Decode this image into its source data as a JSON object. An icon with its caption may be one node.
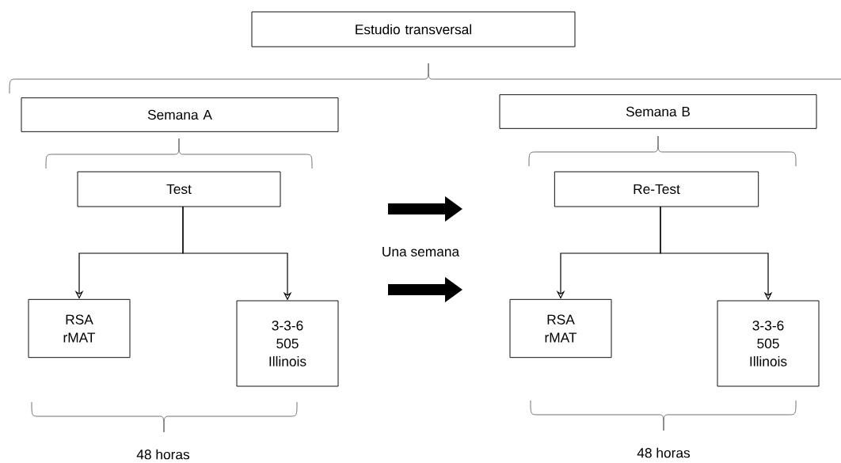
{
  "diagram": {
    "nodes": [
      {
        "text": [
          "Estudio transversal"
        ]
      },
      {
        "text": [
          "Semana A"
        ]
      },
      {
        "text": [
          "Semana B"
        ]
      },
      {
        "text": [
          "Test"
        ]
      },
      {
        "text": [
          "Re-Test"
        ]
      },
      {
        "text": [
          "RSA rMAT"
        ]
      },
      {
        "text": [
          "3-3-6 505 Illinois"
        ]
      },
      {
        "text": [
          "RSA rMAT"
        ]
      },
      {
        "text": [
          "3-3-6 505 Illinois"
        ]
      }
    ],
    "edges": [
      {
        "from": 3,
        "to": 5,
        "arrow": "to"
      },
      {
        "from": 3,
        "to": 6,
        "arrow": "to"
      },
      {
        "from": 4,
        "to": 7,
        "arrow": "to"
      },
      {
        "from": 4,
        "to": 8,
        "arrow": "to"
      }
    ],
    "labels": [
      "Una semana",
      "48 horas",
      "48 horas"
    ]
  }
}
